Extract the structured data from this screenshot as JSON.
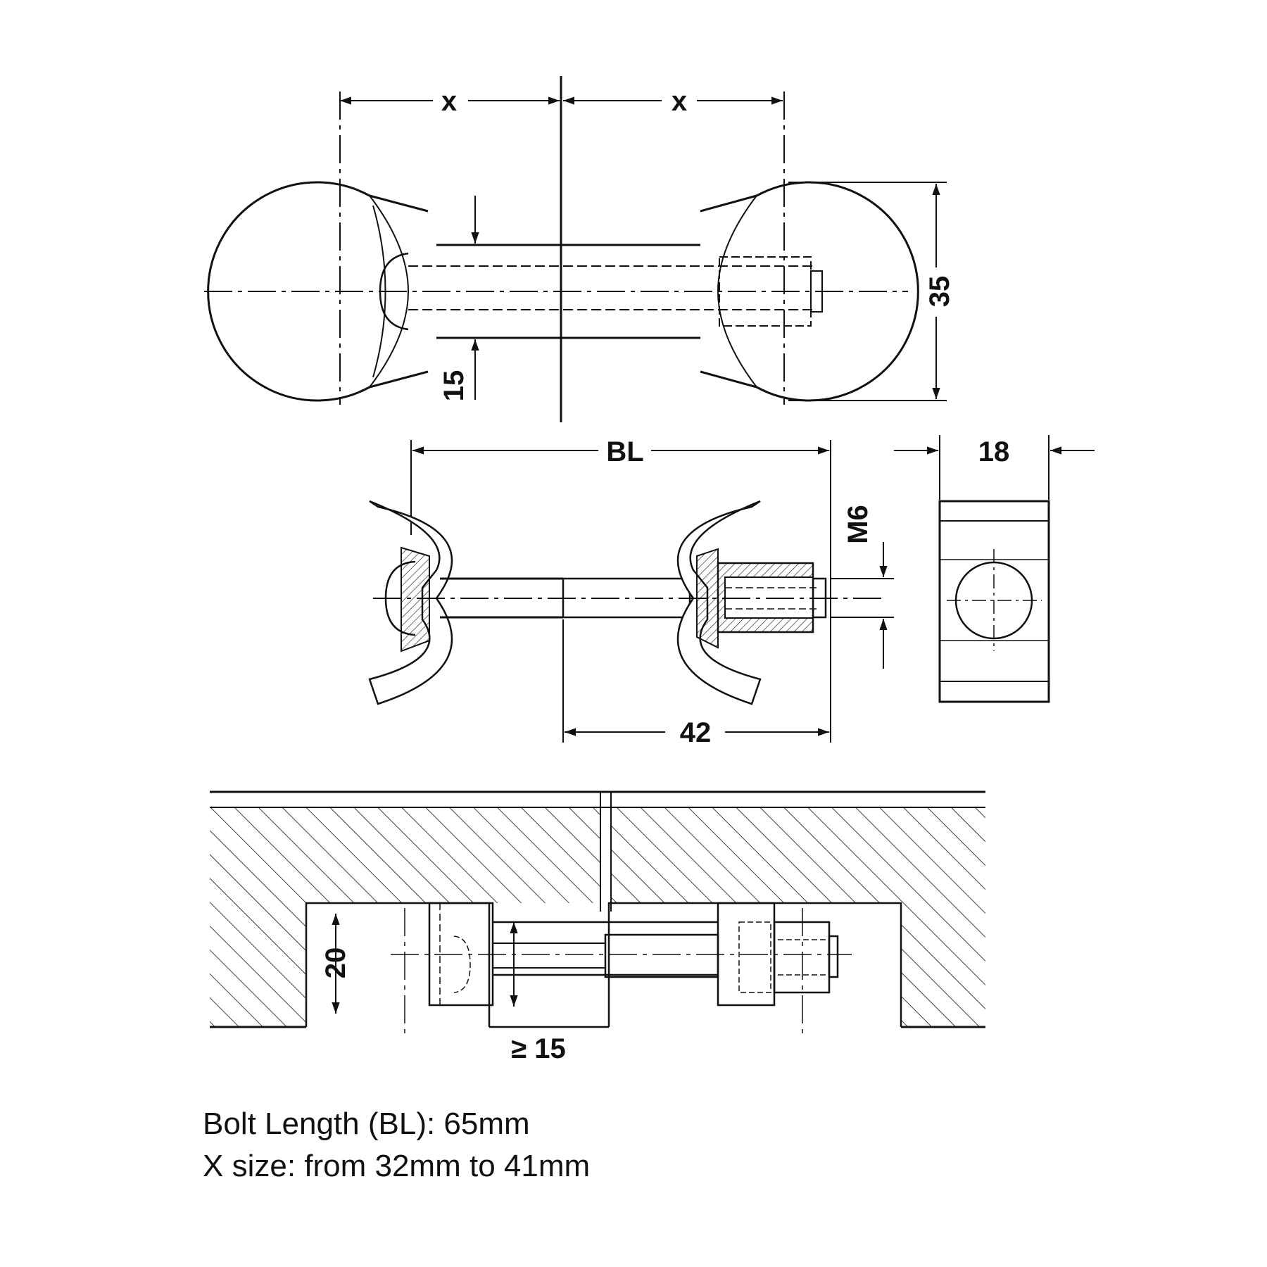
{
  "dimensions": {
    "x_left": "x",
    "x_right": "x",
    "height_35": "35",
    "bolt_15": "15",
    "bolt_length": "BL",
    "thread": "M6",
    "width_18": "18",
    "sleeve_42": "42",
    "depth_20": "20",
    "min_15": "≥ 15"
  },
  "notes": {
    "bolt_length": "Bolt Length (BL): 65mm",
    "x_size": "X size: from 32mm to 41mm"
  },
  "colors": {
    "line": "#111111",
    "background": "#ffffff"
  }
}
